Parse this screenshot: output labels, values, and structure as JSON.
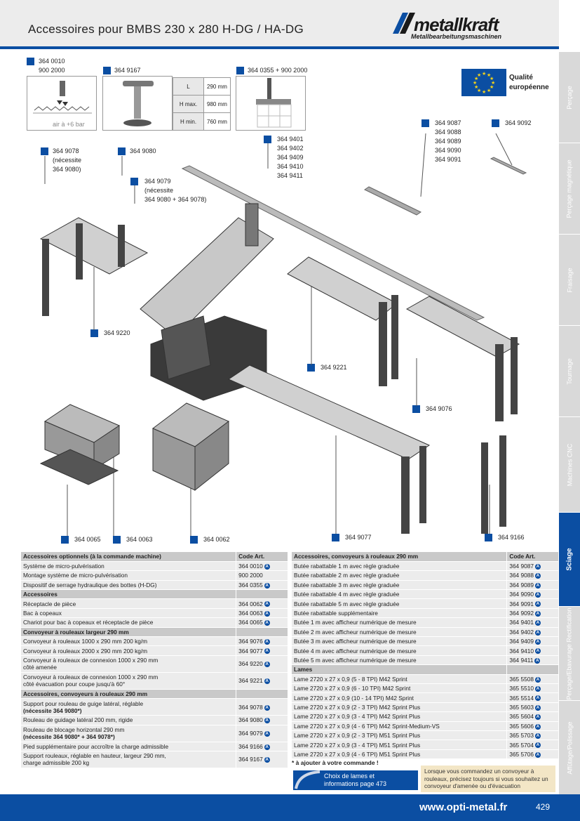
{
  "header": {
    "title": "Accessoires pour BMBS 230 x 280 H-DG / HA-DG",
    "logo": "metallkraft",
    "logo_sub": "Metallbearbeitungsmaschinen"
  },
  "sidebar": [
    "Perçage",
    "Perçage magnétique",
    "Fraisage",
    "Tournage",
    "Machines CNC",
    "Sciage",
    "Perçage/Ebavurage Rectification",
    "Affûtage/Polissage"
  ],
  "eu": {
    "label_1": "Qualité",
    "label_2": "européenne"
  },
  "callouts": {
    "c1a": "364 0010",
    "c1b": "900 2000",
    "c2": "364 9167",
    "c3": "364 0355 + 900 2000",
    "c4a": "364 9078",
    "c4b": "(nécessite",
    "c4c": "364 9080)",
    "c5": "364 9080",
    "c6a": "364 9079",
    "c6b": "(nécessite",
    "c6c": "364 9080 + 364 9078)",
    "c7": [
      "364 9401",
      "364 9402",
      "364 9409",
      "364 9410",
      "364 9411"
    ],
    "c8": [
      "364 9087",
      "364 9088",
      "364 9089",
      "364 9090",
      "364 9091"
    ],
    "c9": "364 9092",
    "c10": "364 9220",
    "c11": "364 9221",
    "c12": "364 9076",
    "c13": "364 0065",
    "c14": "364 0063",
    "c15": "364 0062",
    "c16": "364 9077",
    "c17": "364 9166",
    "air": "air à +6 bar"
  },
  "dims": [
    {
      "k": "L",
      "v": "290 mm"
    },
    {
      "k": "H max.",
      "v": "980 mm"
    },
    {
      "k": "H min.",
      "v": "760 mm"
    }
  ],
  "table_left": {
    "head": [
      "Accessoires optionnels (à la commande machine)",
      "Code Art."
    ],
    "rows": [
      {
        "t": "r",
        "d": "Système de micro-pulvérisation",
        "c": "364 0010",
        "a": true
      },
      {
        "t": "r",
        "d": "Montage système de micro-pulvérisation",
        "c": "900 2000",
        "a": false
      },
      {
        "t": "r",
        "d": "Dispositif de serrage hydraulique des bottes (H-DG)",
        "c": "364 0355",
        "a": true
      },
      {
        "t": "s",
        "d": "Accessoires",
        "c": ""
      },
      {
        "t": "r",
        "d": "Réceptacle de pièce",
        "c": "364 0062",
        "a": true
      },
      {
        "t": "r",
        "d": "Bac à copeaux",
        "c": "364 0063",
        "a": true
      },
      {
        "t": "r",
        "d": "Chariot pour bac à copeaux et réceptacle de pièce",
        "c": "364 0065",
        "a": true
      },
      {
        "t": "s",
        "d": "Convoyeur à rouleaux largeur 290 mm",
        "c": ""
      },
      {
        "t": "r",
        "d": "Convoyeur à rouleaux 1000 x 290 mm 200 kg/m",
        "c": "364 9076",
        "a": true
      },
      {
        "t": "r",
        "d": "Convoyeur à rouleaux 2000 x 290 mm 200 kg/m",
        "c": "364 9077",
        "a": true
      },
      {
        "t": "r2",
        "d": "Convoyeur à rouleaux de connexion 1000 x 290 mm",
        "d2": "côté amenée",
        "c": "364 9220",
        "a": true
      },
      {
        "t": "r2",
        "d": "Convoyeur à rouleaux de connexion 1000 x 290 mm",
        "d2": "côté évacuation pour coupe jusqu'à 60°",
        "c": "364 9221",
        "a": true
      },
      {
        "t": "s",
        "d": "Accessoires, convoyeurs à rouleaux 290 mm",
        "c": ""
      },
      {
        "t": "r2",
        "d": "Support pour rouleau de guige latéral, réglable",
        "d2b": "(nécessite 364 9080*)",
        "c": "364 9078",
        "a": true
      },
      {
        "t": "r",
        "d": "Rouleau de guidage latéral 200 mm, rigide",
        "c": "364 9080",
        "a": true
      },
      {
        "t": "r2",
        "d": "Rouleau de blocage horizontal 290 mm",
        "d2b": "(nécessite 364 9080* + 364 9078*)",
        "c": "364 9079",
        "a": true
      },
      {
        "t": "r",
        "d": "Pied supplémentaire pour accroître la charge admissible",
        "c": "364 9166",
        "a": true
      },
      {
        "t": "r2",
        "d": "Support rouleaux, réglable en hauteur, largeur 290 mm,",
        "d2": "charge admissible 200 kg",
        "c": "364 9167",
        "a": true
      }
    ]
  },
  "table_right": {
    "head": [
      "Accessoires, convoyeurs à rouleaux 290 mm",
      "Code Art."
    ],
    "rows": [
      {
        "t": "r",
        "d": "Butée rabattable 1 m avec règle graduée",
        "c": "364 9087",
        "a": true
      },
      {
        "t": "r",
        "d": "Butée rabattable 2 m avec règle graduée",
        "c": "364 9088",
        "a": true
      },
      {
        "t": "r",
        "d": "Butée rabattable 3 m avec règle graduée",
        "c": "364 9089",
        "a": true
      },
      {
        "t": "r",
        "d": "Butée rabattable 4 m avec règle graduée",
        "c": "364 9090",
        "a": true
      },
      {
        "t": "r",
        "d": "Butée rabattable 5 m avec règle graduée",
        "c": "364 9091",
        "a": true
      },
      {
        "t": "r",
        "d": "Butée rabattable supplémentaire",
        "c": "364 9092",
        "a": true
      },
      {
        "t": "r",
        "d": "Butée 1 m avec afficheur numérique de mesure",
        "c": "364 9401",
        "a": true
      },
      {
        "t": "r",
        "d": "Butée 2 m avec afficheur numérique de mesure",
        "c": "364 9402",
        "a": true
      },
      {
        "t": "r",
        "d": "Butée 3 m avec afficheur numérique de mesure",
        "c": "364 9409",
        "a": true
      },
      {
        "t": "r",
        "d": "Butée 4 m avec afficheur numérique de mesure",
        "c": "364 9410",
        "a": true
      },
      {
        "t": "r",
        "d": "Butée 5 m avec afficheur numérique de mesure",
        "c": "364 9411",
        "a": true
      },
      {
        "t": "s",
        "d": "Lames",
        "c": ""
      },
      {
        "t": "r",
        "d": "Lame 2720 x 27 x 0,9 (5 - 8 TPI) M42 Sprint",
        "c": "365 5508",
        "a": true
      },
      {
        "t": "r",
        "d": "Lame 2720 x 27 x 0,9 (6 - 10 TPI) M42 Sprint",
        "c": "365 5510",
        "a": true
      },
      {
        "t": "r",
        "d": "Lame 2720 x 27 x 0,9 (10 - 14 TPI) M42 Sprint",
        "c": "365 5514",
        "a": true
      },
      {
        "t": "r",
        "d": "Lame 2720 x 27 x 0,9 (2 - 3 TPI) M42 Sprint Plus",
        "c": "365 5603",
        "a": true
      },
      {
        "t": "r",
        "d": "Lame 2720 x 27 x 0,9 (3 - 4 TPI) M42 Sprint Plus",
        "c": "365 5604",
        "a": true
      },
      {
        "t": "r",
        "d": "Lame 2720 x 27 x 0,9 (4 - 6 TPI) M42 Sprint-Medium-VS",
        "c": "365 5606",
        "a": true
      },
      {
        "t": "r",
        "d": "Lame 2720 x 27 x 0,9 (2 - 3 TPI) M51 Sprint Plus",
        "c": "365 5703",
        "a": true
      },
      {
        "t": "r",
        "d": "Lame 2720 x 27 x 0,9 (3 - 4 TPI) M51 Sprint Plus",
        "c": "365 5704",
        "a": true
      },
      {
        "t": "r",
        "d": "Lame 2720 x 27 x 0,9 (4 - 6 TPI) M51 Sprint Plus",
        "c": "365 5706",
        "a": true
      }
    ]
  },
  "note": "* à ajouter à votre commande !",
  "blades_box": {
    "l1": "Choix de lames et",
    "l2": "informations page 473"
  },
  "tip": "Lorsque vous commandez un convoyeur à rouleaux, précisez toujours si vous souhaitez un convoyeur d'amenée ou d'évacuation",
  "footer": {
    "url": "www.opti-metal.fr",
    "page": "429"
  }
}
